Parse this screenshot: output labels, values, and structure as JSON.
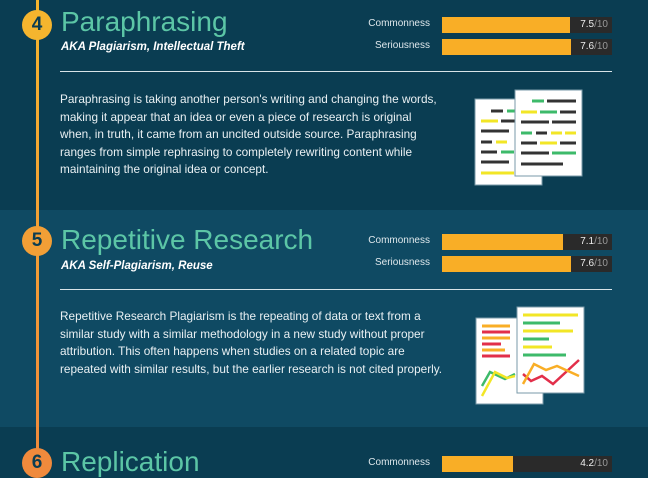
{
  "sections": [
    {
      "number": "4",
      "title": "Paraphrasing",
      "aka": "AKA Plagiarism, Intellectual Theft",
      "metrics": [
        {
          "label": "Commonness",
          "value": "7.5",
          "max": "/10",
          "fraction": 0.75
        },
        {
          "label": "Seriousness",
          "value": "7.6",
          "max": "/10",
          "fraction": 0.76
        }
      ],
      "body": "Paraphrasing is taking another person's writing and changing the words, making it appear that an idea or even a piece of research is original when, in truth, it came from an uncited outside source. Paraphrasing ranges from simple rephrasing to completely rewriting content while maintaining the original idea or concept.",
      "icon": "documents-text-icon",
      "circle_color": "#f5b52e"
    },
    {
      "number": "5",
      "title": "Repetitive Research",
      "aka": "AKA Self-Plagiarism, Reuse",
      "metrics": [
        {
          "label": "Commonness",
          "value": "7.1",
          "max": "/10",
          "fraction": 0.71
        },
        {
          "label": "Seriousness",
          "value": "7.6",
          "max": "/10",
          "fraction": 0.76
        }
      ],
      "body": "Repetitive Research Plagiarism is the repeating of data or text from a similar study with a similar methodology in a new study without proper attribution. This often happens when studies on a related topic are repeated with similar results, but the earlier research is not cited properly.",
      "icon": "documents-chart-icon",
      "circle_color": "#f29f36"
    },
    {
      "number": "6",
      "title": "Replication",
      "metrics": [
        {
          "label": "Commonness",
          "value": "4.2",
          "max": "/10",
          "fraction": 0.42
        }
      ],
      "circle_color": "#f08a3c"
    }
  ]
}
